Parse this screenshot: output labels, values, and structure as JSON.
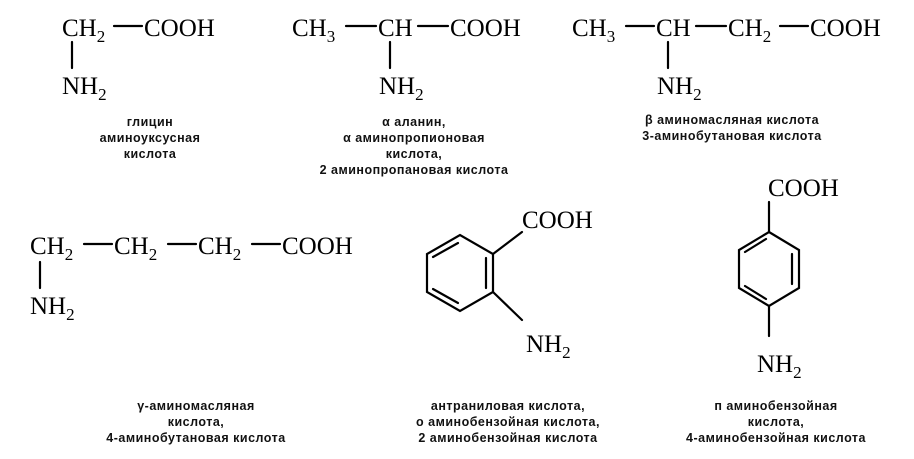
{
  "structures": {
    "s1": {
      "ch2": "CH",
      "sub2": "2",
      "cooh": "COOH",
      "nh": "NH",
      "nh_sub": "2"
    },
    "s2": {
      "ch3": "CH",
      "sub3": "3",
      "ch": "CH",
      "cooh": "COOH",
      "nh": "NH",
      "nh_sub": "2"
    },
    "s3": {
      "ch3": "CH",
      "sub3": "3",
      "ch": "CH",
      "ch2": "CH",
      "sub2": "2",
      "cooh": "COOH",
      "nh": "NH",
      "nh_sub": "2"
    },
    "s4": {
      "ch2a": "CH",
      "sub2a": "2",
      "ch2b": "CH",
      "sub2b": "2",
      "ch2c": "CH",
      "sub2c": "2",
      "cooh": "COOH",
      "nh": "NH",
      "nh_sub": "2"
    },
    "s5": {
      "cooh": "COOH",
      "nh": "NH",
      "nh_sub": "2"
    },
    "s6": {
      "cooh": "COOH",
      "nh": "NH",
      "nh_sub": "2"
    }
  },
  "captions": {
    "glycine": [
      "глицин",
      "аминоуксусная",
      "кислота"
    ],
    "alanine": [
      "α аланин,",
      "α аминопропионовая",
      "кислота,",
      "2 аминопропановая кислота"
    ],
    "beta_aminobutyric": [
      "β аминомасляная кислота",
      "3-аминобутановая кислота"
    ],
    "gamma_aminobutyric": [
      "γ-аминомасляная",
      "кислота,",
      "4-аминобутановая кислота"
    ],
    "anthranilic": [
      "антраниловая кислота,",
      "о аминобензойная кислота,",
      "2 аминобензойная кислота"
    ],
    "para_aminobenzoic": [
      "п аминобензойная",
      "кислота,",
      "4-аминобензойная кислота"
    ]
  }
}
